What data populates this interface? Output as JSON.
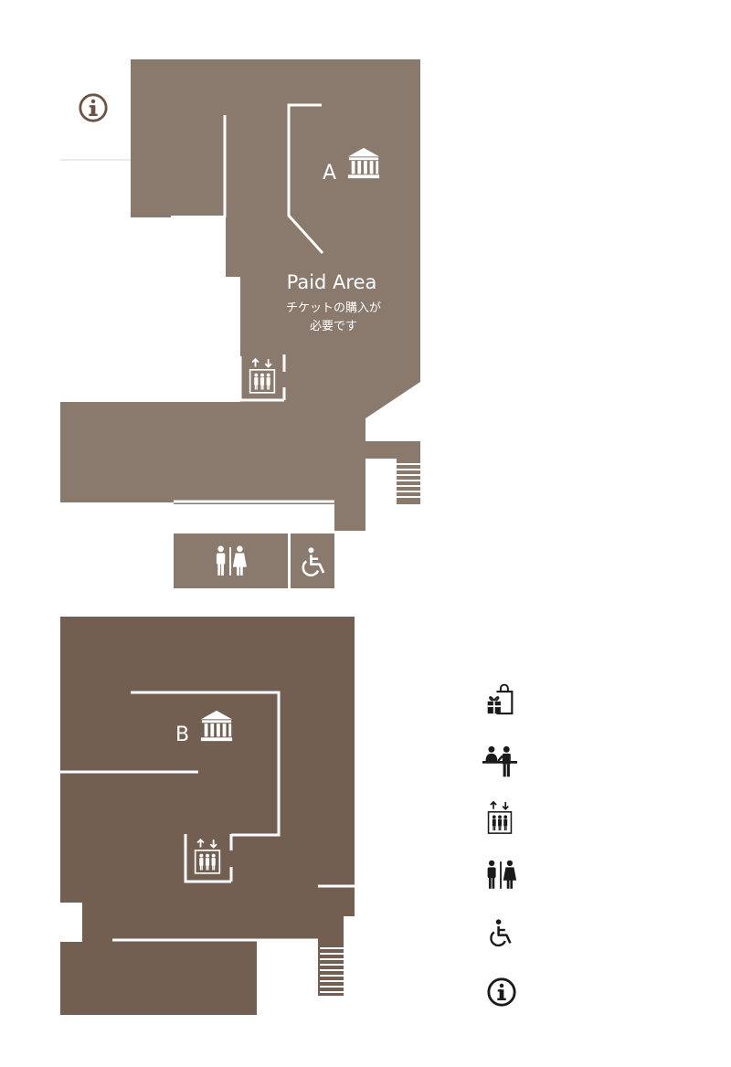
{
  "map": {
    "colors": {
      "upper_floor": "#8a796d",
      "lower_floor": "#725f52",
      "wall": "#ffffff",
      "legend_icon": "#1a1a1a",
      "info_icon": "#6b5446"
    },
    "upper": {
      "gallery_label": "A",
      "paid_area_title": "Paid Area",
      "paid_area_note_line1": "チケットの購入が",
      "paid_area_note_line2": "必要です",
      "icons": [
        "museum-icon",
        "elevator-icon",
        "restroom-icon",
        "wheelchair-icon",
        "stairs-icon",
        "info-icon"
      ]
    },
    "lower": {
      "gallery_label": "B",
      "icons": [
        "museum-icon",
        "elevator-icon",
        "stairs-icon"
      ]
    },
    "legend": {
      "items": [
        "shop-icon",
        "reception-icon",
        "elevator-icon",
        "restroom-icon",
        "wheelchair-icon",
        "info-icon"
      ]
    }
  }
}
